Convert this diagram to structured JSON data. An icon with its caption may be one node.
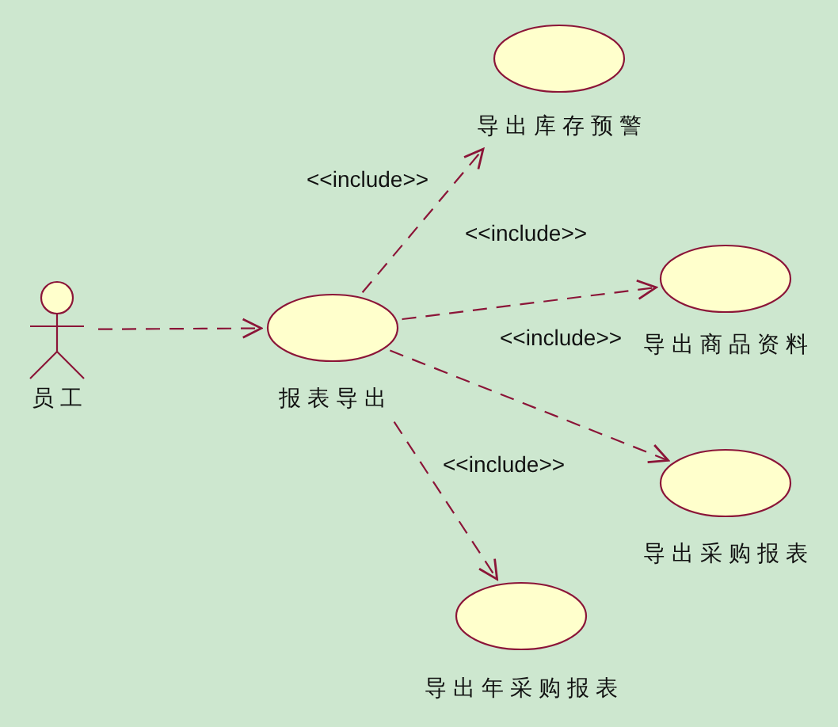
{
  "diagram": {
    "nodes": [
      {
        "text": [
          "员工"
        ]
      },
      {
        "text": [
          "报表导出"
        ]
      },
      {
        "text": [
          "导出库存预警"
        ]
      },
      {
        "text": [
          "导出商品资料"
        ]
      },
      {
        "text": [
          "导出采购报表"
        ]
      },
      {
        "text": [
          "导出年采购报表"
        ]
      }
    ],
    "edges": [
      {
        "from": 0,
        "to": 1,
        "arrow": "to",
        "style": "dashed"
      },
      {
        "from": 1,
        "to": 2,
        "arrow": "to",
        "style": "dashed",
        "label": "<<include>>"
      },
      {
        "from": 1,
        "to": 3,
        "arrow": "to",
        "style": "dashed",
        "label": "<<include>>"
      },
      {
        "from": 1,
        "to": 4,
        "arrow": "to",
        "style": "dashed",
        "label": "<<include>>"
      },
      {
        "from": 1,
        "to": 5,
        "arrow": "to",
        "style": "dashed",
        "label": "<<include>>"
      }
    ]
  }
}
